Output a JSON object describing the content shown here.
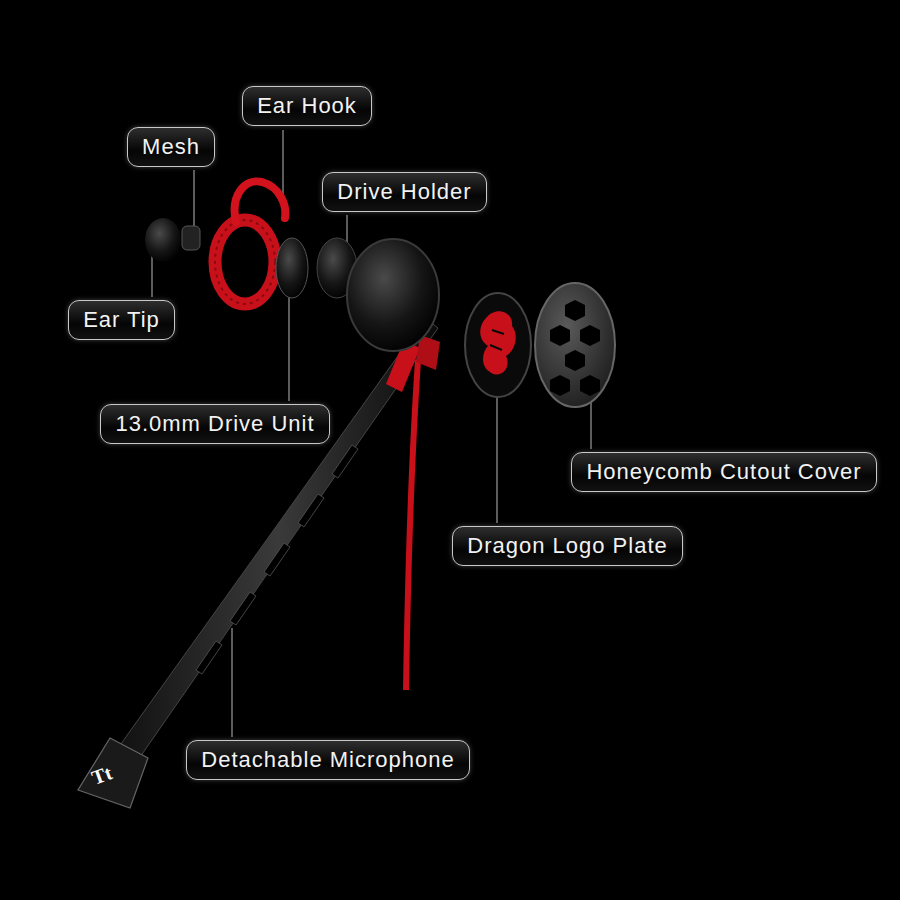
{
  "diagram": {
    "nodes": [
      {
        "text": [
          "Ear Hook"
        ]
      },
      {
        "text": [
          "Mesh"
        ]
      },
      {
        "text": [
          "Drive Holder"
        ]
      },
      {
        "text": [
          "Ear Tip"
        ]
      },
      {
        "text": [
          "13.0mm Drive Unit"
        ]
      },
      {
        "text": [
          "Honeycomb Cutout Cover"
        ]
      },
      {
        "text": [
          "Dragon Logo Plate"
        ]
      },
      {
        "text": [
          "Detachable Microphone"
        ]
      }
    ],
    "labels": [
      "Tt"
    ]
  }
}
